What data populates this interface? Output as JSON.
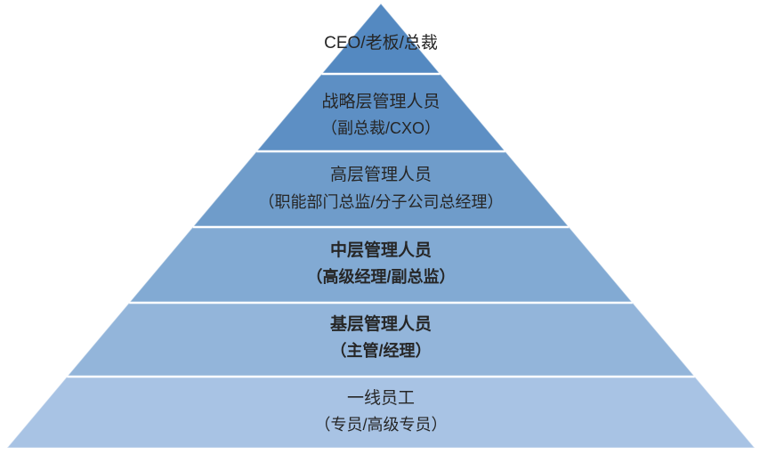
{
  "pyramid": {
    "type": "pyramid-hierarchy",
    "orientation": "apex-top",
    "text_color": "#262626",
    "separator_color": "#ffffff",
    "levels": [
      {
        "rank": 1,
        "label": "CEO/老板/总裁",
        "sublabel": "",
        "color": "#5489c1",
        "bold": false
      },
      {
        "rank": 2,
        "label": "战略层管理人员",
        "sublabel": "（副总裁/CXO）",
        "color": "#5d8fc4",
        "bold": false
      },
      {
        "rank": 3,
        "label": "高层管理人员",
        "sublabel": "（职能部门总监/分子公司总经理）",
        "color": "#6f9cca",
        "bold": false
      },
      {
        "rank": 4,
        "label": "中层管理人员",
        "sublabel": "（高级经理/副总监）",
        "color": "#82aad3",
        "bold": true
      },
      {
        "rank": 5,
        "label": "基层管理人员",
        "sublabel": "（主管/经理）",
        "color": "#93b5da",
        "bold": true
      },
      {
        "rank": 6,
        "label": "一线员工",
        "sublabel": "（专员/高级专员）",
        "color": "#a8c3e4",
        "bold": false
      }
    ]
  }
}
